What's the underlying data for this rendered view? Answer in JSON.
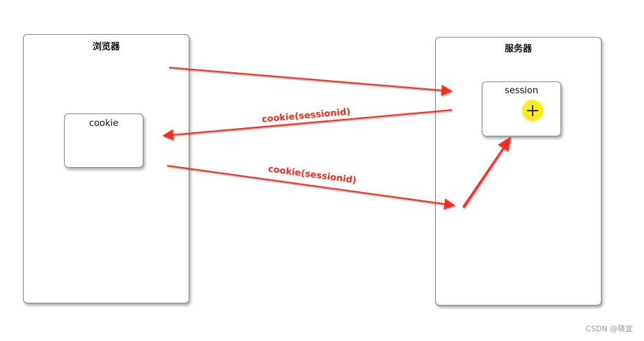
{
  "browser": {
    "title": "浏览器",
    "cookie_box_label": "cookie"
  },
  "server": {
    "title": "服务器",
    "session_box_label": "session"
  },
  "arrows": {
    "label_response": "cookie(sessionid)",
    "label_request": "cookie(sessionid)",
    "color": "#ff2a1a"
  },
  "cursor": {
    "icon": "plus-cursor-icon",
    "color": "#ffec1a"
  },
  "watermark": "CSDN @晓宜"
}
